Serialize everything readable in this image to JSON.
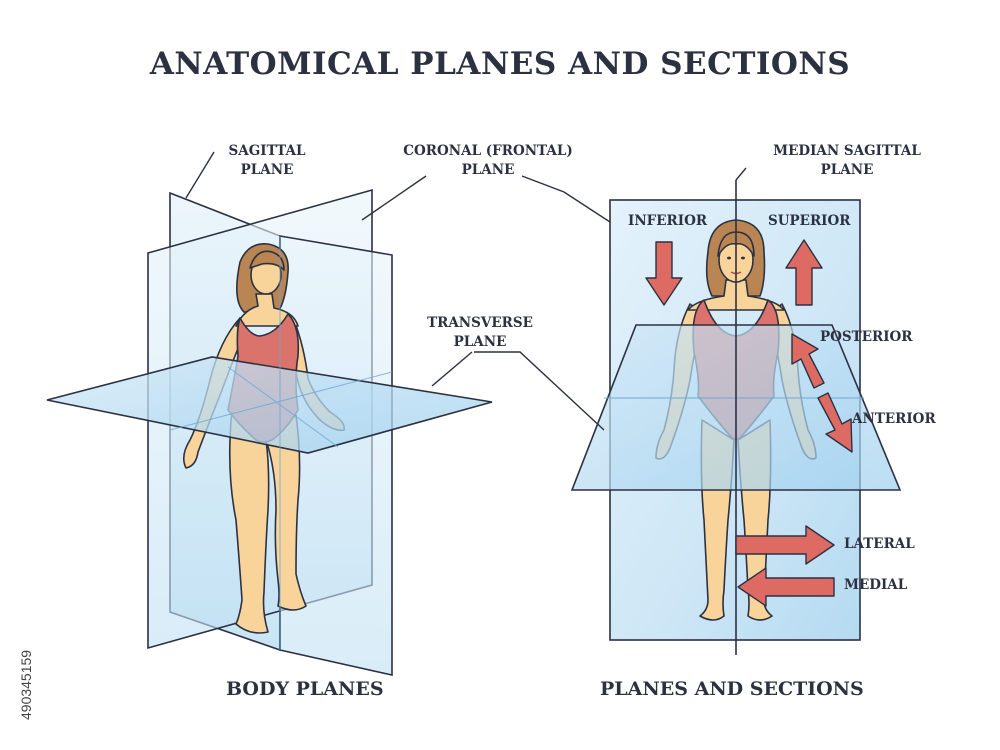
{
  "title": "ANATOMICAL PLANES AND SECTIONS",
  "labels": {
    "sagittal": [
      "SAGITTAL",
      "PLANE"
    ],
    "coronal": [
      "CORONAL (FRONTAL)",
      "PLANE"
    ],
    "median": [
      "MEDIAN SAGITTAL",
      "PLANE"
    ],
    "transverse": [
      "TRANSVERSE",
      "PLANE"
    ]
  },
  "directions": {
    "inferior": "INFERIOR",
    "superior": "SUPERIOR",
    "posterior": "POSTERIOR",
    "anterior": "ANTERIOR",
    "lateral": "LATERAL",
    "medial": "MEDIAL"
  },
  "captions": {
    "left": "BODY PLANES",
    "right": "PLANES AND SECTIONS"
  },
  "stock_id": "490345159",
  "colors": {
    "text": "#2c3142",
    "plane_fill": "#d6ebf8",
    "plane_stroke": "#2c3142",
    "skin": "#f8d39a",
    "swimsuit": "#d9736b",
    "hair": "#b98552",
    "arrow": "#dd6b63"
  }
}
